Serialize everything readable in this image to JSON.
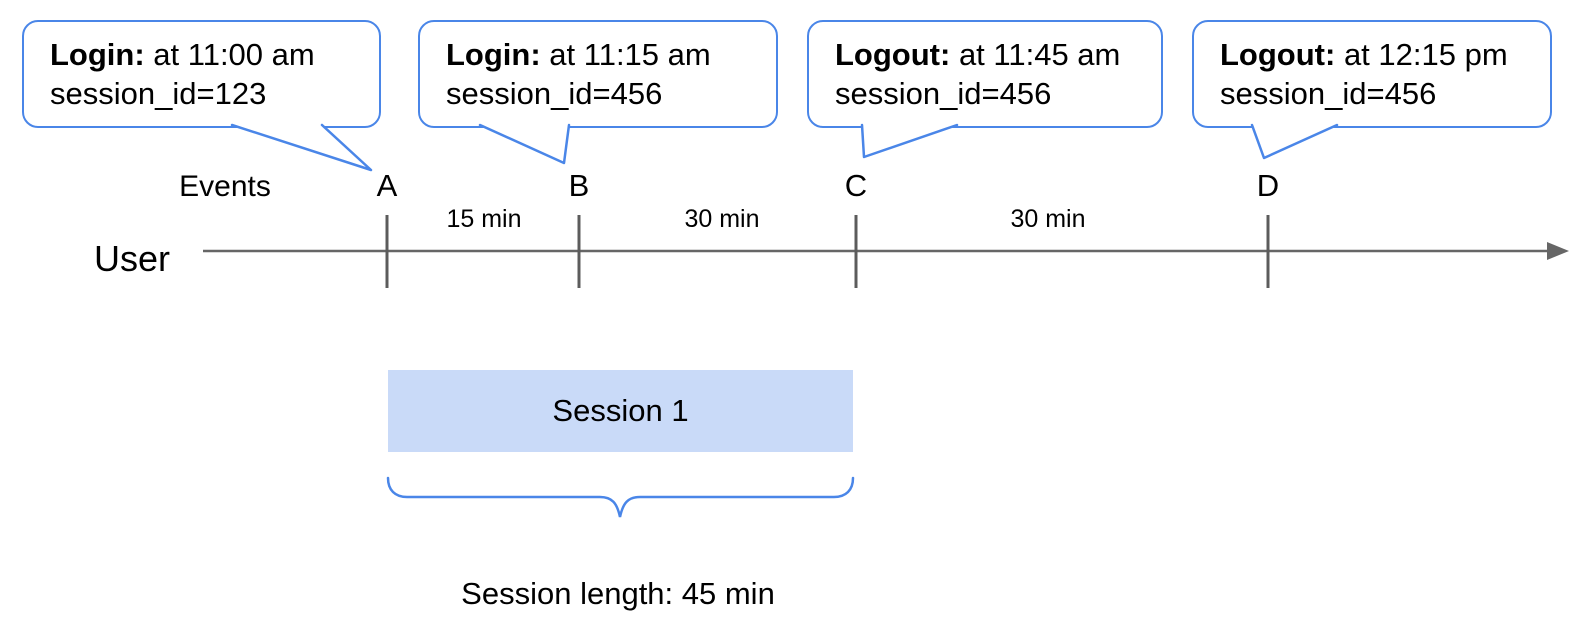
{
  "diagram": {
    "bubbles": [
      {
        "title": "Login:",
        "detail": " at 11:00 am",
        "session": "session_id=123"
      },
      {
        "title": "Login:",
        "detail": " at 11:15 am",
        "session": "session_id=456"
      },
      {
        "title": "Logout:",
        "detail": " at 11:45 am",
        "session": "session_id=456"
      },
      {
        "title": "Logout:",
        "detail": " at 12:15 pm",
        "session": "session_id=456"
      }
    ],
    "timeline": {
      "row_label": "User",
      "events_label": "Events",
      "markers": [
        "A",
        "B",
        "C",
        "D"
      ],
      "intervals": [
        "15 min",
        "30 min",
        "30 min"
      ]
    },
    "session": {
      "label": "Session 1",
      "length_label": "Session length: 45 min"
    },
    "colors": {
      "accent_blue": "#4a86e8",
      "session_fill": "#c9daf8",
      "axis_gray": "#666666"
    }
  }
}
